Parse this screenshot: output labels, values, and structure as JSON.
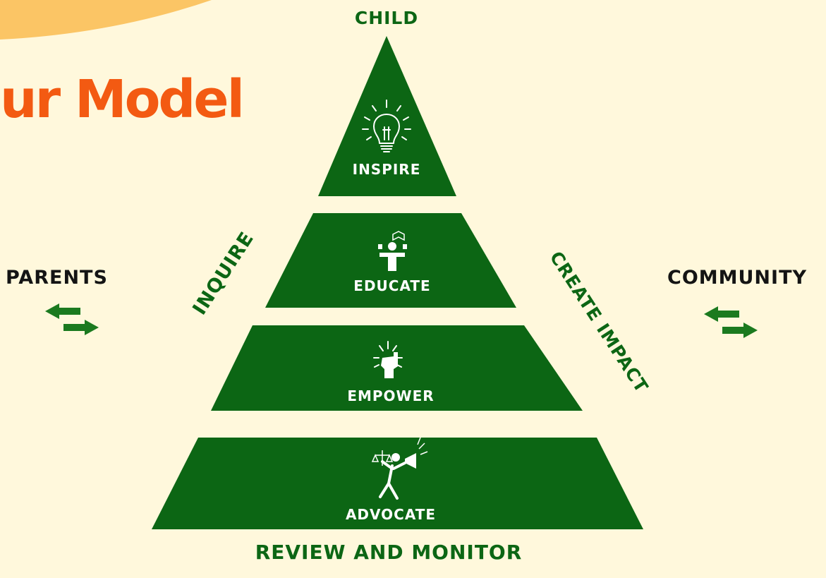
{
  "heading": "ur Model",
  "apex_label": "CHILD",
  "base_label": "REVIEW AND MONITOR",
  "left_side": {
    "label": "PARENTS",
    "icon": "bidirectional-arrow-icon"
  },
  "right_side": {
    "label": "COMMUNITY",
    "icon": "bidirectional-arrow-icon"
  },
  "left_slope_label": "INQUIRE",
  "right_slope_label": "CREATE IMPACT",
  "tiers": [
    {
      "label": "INSPIRE",
      "icon": "lightbulb-icon"
    },
    {
      "label": "EDUCATE",
      "icon": "juggling-person-icon"
    },
    {
      "label": "EMPOWER",
      "icon": "raised-fist-icon"
    },
    {
      "label": "ADVOCATE",
      "icon": "advocate-megaphone-icon"
    }
  ],
  "colors": {
    "background": "#fff8dc",
    "accent_corner": "#fbc565",
    "heading": "#f35a12",
    "pyramid_green": "#0c6614",
    "tier_text": "#ffffff",
    "side_text": "#141414",
    "arrow": "#1b7a1f"
  }
}
